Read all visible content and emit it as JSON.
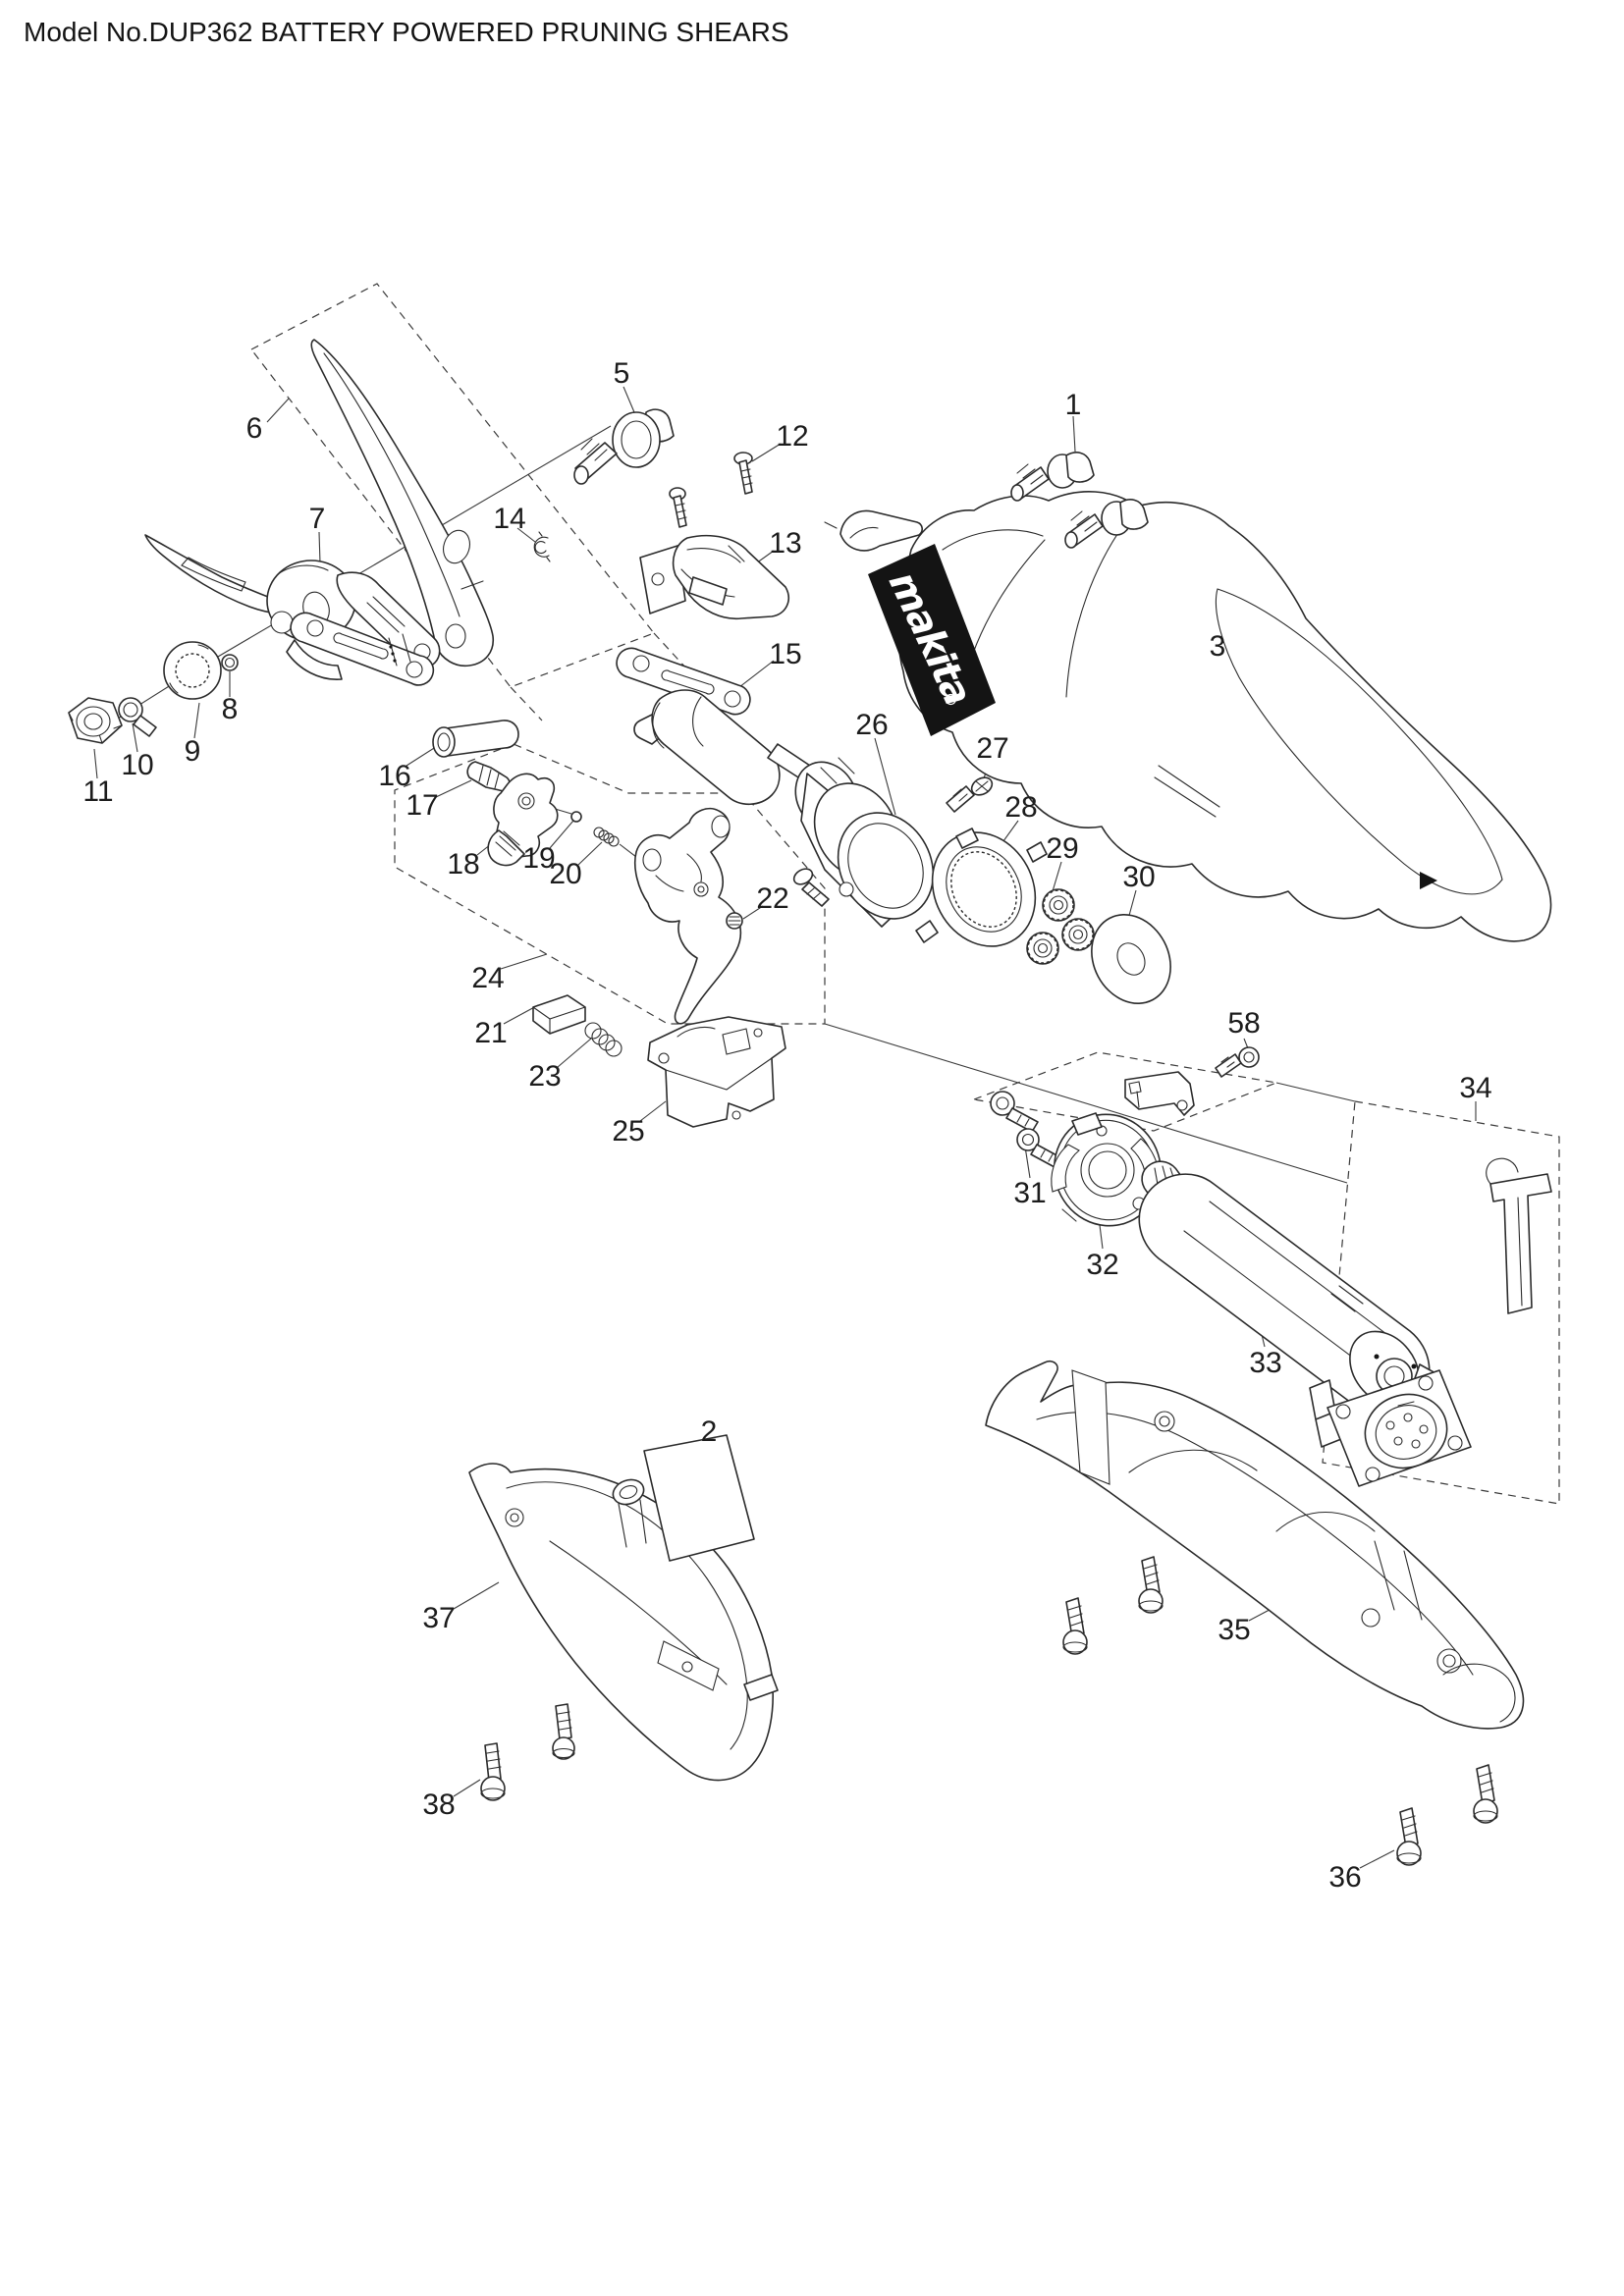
{
  "title": "Model No.DUP362 BATTERY POWERED PRUNING SHEARS",
  "brand": {
    "logo_text": "makita"
  },
  "diagram": {
    "type": "exploded-parts-diagram",
    "model": "DUP362",
    "part_labels": [
      "1",
      "2",
      "3",
      "5",
      "6",
      "7",
      "8",
      "9",
      "10",
      "11",
      "12",
      "13",
      "14",
      "15",
      "16",
      "17",
      "18",
      "19",
      "20",
      "21",
      "22",
      "23",
      "24",
      "25",
      "26",
      "27",
      "28",
      "29",
      "30",
      "31",
      "32",
      "33",
      "34",
      "35",
      "36",
      "37",
      "38",
      "58"
    ]
  }
}
